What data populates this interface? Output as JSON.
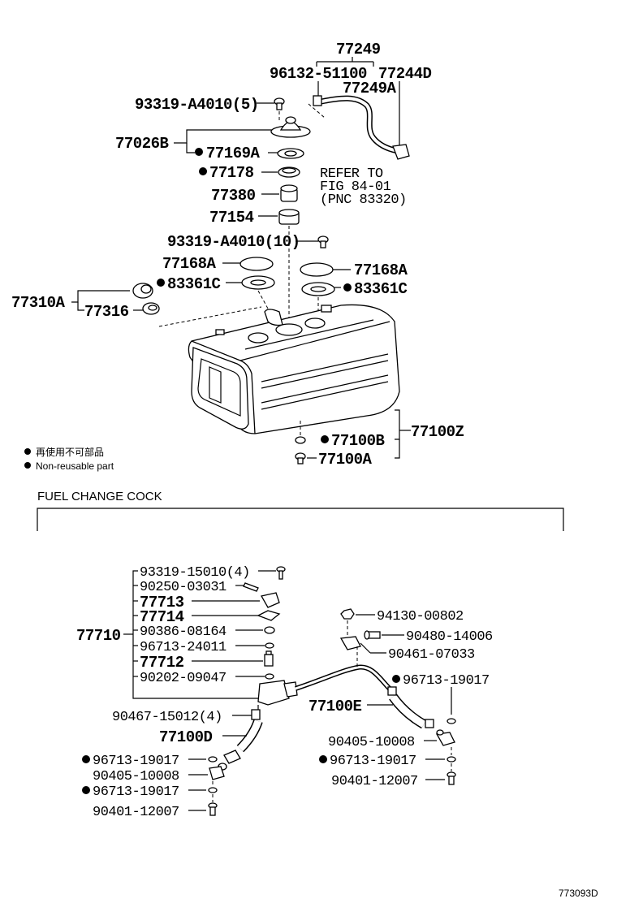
{
  "diagram": {
    "figure_code": "773093D",
    "legend": {
      "jp": "再使用不可部品",
      "en": "Non-reusable part"
    },
    "section_title": "FUEL CHANGE COCK",
    "refer": {
      "line1": "REFER TO",
      "line2": "FIG 84-01",
      "line3": "(PNC 83320)"
    },
    "upper_labels": {
      "l77249": "77249",
      "l96132": "96132-51100",
      "l77244D": "77244D",
      "l77249A": "77249A",
      "l93319a": "93319-A4010(5)",
      "l77026B": "77026B",
      "l77169A": "77169A",
      "l77178": "77178",
      "l77380": "77380",
      "l77154": "77154",
      "l93319b": "93319-A4010(10)",
      "l77168A_l": "77168A",
      "l77168A_r": "77168A",
      "l83361C_l": "83361C",
      "l83361C_r": "83361C",
      "l77310A": "77310A",
      "l77316": "77316",
      "l77100B": "77100B",
      "l77100A": "77100A",
      "l77100Z": "77100Z"
    },
    "lower_labels": {
      "l93319_15010": "93319-15010(4)",
      "l90250": "90250-03031",
      "l77713": "77713",
      "l77714": "77714",
      "l77710": "77710",
      "l90386": "90386-08164",
      "l96713_24011": "96713-24011",
      "l77712": "77712",
      "l90202": "90202-09047",
      "l90467": "90467-15012(4)",
      "l77100D": "77100D",
      "l96713_a": "96713-19017",
      "l90405_a": "90405-10008",
      "l96713_b": "96713-19017",
      "l90401_a": "90401-12007",
      "l94130": "94130-00802",
      "l90480": "90480-14006",
      "l90461": "90461-07033",
      "l96713_c": "96713-19017",
      "l77100E": "77100E",
      "l90405_b": "90405-10008",
      "l96713_d": "96713-19017",
      "l90401_b": "90401-12007"
    }
  }
}
